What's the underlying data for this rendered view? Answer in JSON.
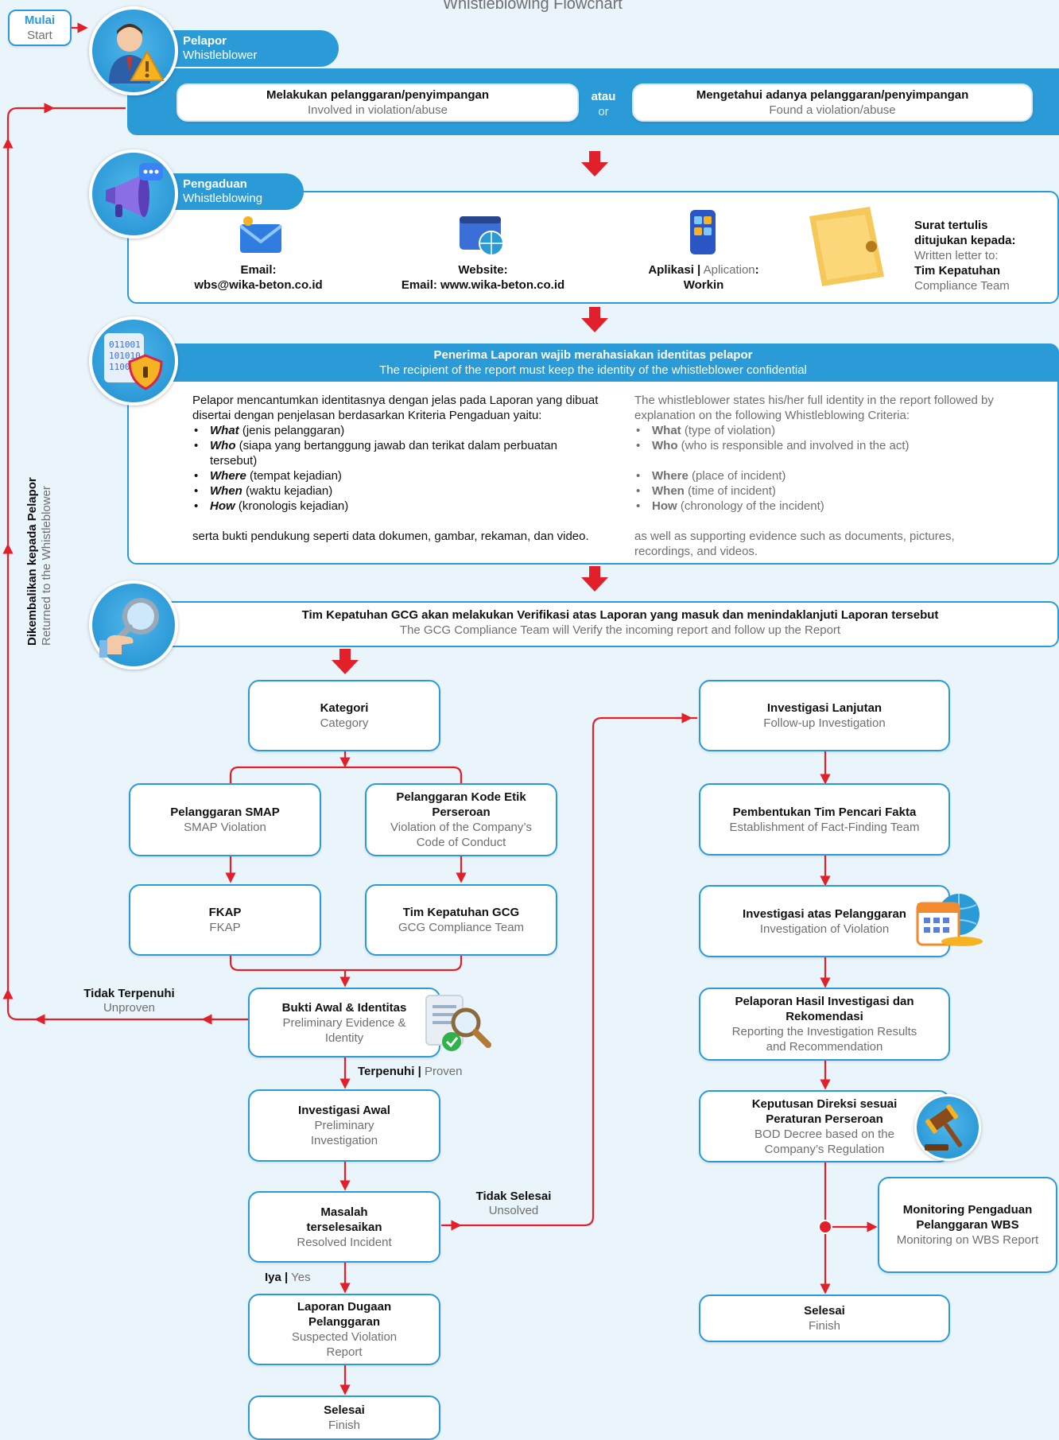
{
  "title": "Whistleblowing Flowchart",
  "start": {
    "id": "Mulai",
    "en": "Start"
  },
  "sec1": {
    "tab_id": "Pelapor",
    "tab_en": "Whistleblower",
    "opt1_id": "Melakukan pelanggaran/penyimpangan",
    "opt1_en": "Involved in violation/abuse",
    "or_id": "atau",
    "or_en": "or",
    "opt2_id": "Mengetahui adanya pelanggaran/penyimpangan",
    "opt2_en": "Found a violation/abuse"
  },
  "sec2": {
    "tab_id": "Pengaduan",
    "tab_en": "Whistleblowing",
    "email_label": "Email:",
    "email_value": "wbs@wika-beton.co.id",
    "web_label": "Website:",
    "web_value": "Email: www.wika-beton.co.id",
    "app_label_id": "Aplikasi",
    "app_sep": "|",
    "app_label_en": "Aplication",
    "app_colon": ":",
    "app_value": "Workin",
    "letter_line1": "Surat tertulis",
    "letter_line2": "ditujukan kepada:",
    "letter_en": "Written letter to:",
    "letter_team_id": "Tim Kepatuhan",
    "letter_team_en": "Compliance Team"
  },
  "sec3": {
    "head_id": "Penerima Laporan wajib merahasiakan identitas pelapor",
    "head_en": "The recipient of the report must keep the identity of the whistleblower confidential",
    "intro_id": "Pelapor mencantumkan identitasnya dengan jelas pada Laporan yang dibuat disertai dengan penjelasan berdasarkan Kriteria Pengaduan yaitu:",
    "items_id": [
      {
        "k": "What",
        "v": " (jenis pelanggaran)"
      },
      {
        "k": "Who",
        "v": " (siapa yang bertanggung jawab dan terikat dalam perbuatan tersebut)"
      },
      {
        "k": "Where",
        "v": " (tempat kejadian)"
      },
      {
        "k": "When",
        "v": " (waktu kejadian)"
      },
      {
        "k": "How",
        "v": " (kronologis kejadian)"
      }
    ],
    "outro_id": "serta bukti pendukung seperti data dokumen, gambar, rekaman, dan video.",
    "intro_en": "The whistleblower states his/her full identity in the report followed by explanation on the following Whistleblowing Criteria:",
    "items_en": [
      {
        "k": "What",
        "v": " (type of violation)"
      },
      {
        "k": "Who",
        "v": " (who is responsible and involved in the act)"
      },
      {
        "k": "Where",
        "v": " (place of incident)"
      },
      {
        "k": "When",
        "v": " (time of incident)"
      },
      {
        "k": "How",
        "v": " (chronology of the incident)"
      }
    ],
    "outro_en": "as well as supporting evidence such as documents, pictures, recordings, and videos."
  },
  "sec4": {
    "id": "Tim Kepatuhan GCG akan melakukan Verifikasi atas Laporan yang masuk dan menindaklanjuti Laporan tersebut",
    "en": "The GCG Compliance Team will Verify the incoming report and follow up the Report"
  },
  "left_side": {
    "id": "Dikembalikan kepada Pelapor",
    "en": "Returned to the Whistleblower"
  },
  "nodes": {
    "kategori": {
      "id": "Kategori",
      "en": "Category"
    },
    "smap": {
      "id": "Pelanggaran SMAP",
      "en": "SMAP Violation"
    },
    "kode": {
      "id": "Pelanggaran Kode Etik Perseroan",
      "en": "Violation of the Company’s Code of Conduct"
    },
    "fkap": {
      "id": "FKAP",
      "en": "FKAP"
    },
    "gcg": {
      "id": "Tim Kepatuhan GCG",
      "en": "GCG Compliance Team"
    },
    "bukti": {
      "id": "Bukti Awal & Identitas",
      "en": "Preliminary Evidence & Identity"
    },
    "inv_awal": {
      "id": "Investigasi Awal",
      "en": "Preliminary Investigation"
    },
    "masalah": {
      "id": "Masalah terselesaikan",
      "en": "Resolved Incident"
    },
    "laporan": {
      "id": "Laporan Dugaan Pelanggaran",
      "en": "Suspected Violation Report"
    },
    "selesai1": {
      "id": "Selesai",
      "en": "Finish"
    },
    "inv_lanjut": {
      "id": "Investigasi Lanjutan",
      "en": "Follow-up Investigation"
    },
    "tim_fakta": {
      "id": "Pembentukan Tim Pencari Fakta",
      "en": "Establishment of Fact-Finding Team"
    },
    "inv_pel": {
      "id": "Investigasi atas Pelanggaran",
      "en": "Investigation of Violation"
    },
    "pelaporan": {
      "id": "Pelaporan Hasil Investigasi dan Rekomendasi",
      "en": "Reporting the Investigation Results and Recommendation"
    },
    "keputusan": {
      "id": "Keputusan Direksi sesuai Peraturan Perseroan",
      "en": "BOD Decree based on the Company’s Regulation"
    },
    "monitoring": {
      "id": "Monitoring Pengaduan Pelanggaran WBS",
      "en": "Monitoring on WBS Report"
    },
    "selesai2": {
      "id": "Selesai",
      "en": "Finish"
    }
  },
  "edges": {
    "unproven_id": "Tidak Terpenuhi",
    "unproven_en": "Unproven",
    "proven_id": "Terpenuhi",
    "proven_sep": "|",
    "proven_en": "Proven",
    "unsolved_id": "Tidak Selesai",
    "unsolved_en": "Unsolved",
    "yes_id": "Iya",
    "yes_sep": "|",
    "yes_en": "Yes"
  },
  "icons": [
    "person-warning-icon",
    "megaphone-icon",
    "binary-shield-icon",
    "magnifier-hand-icon",
    "envelope-icon",
    "website-icon",
    "phone-app-icon",
    "letter-icon",
    "document-check-icon",
    "calendar-globe-icon",
    "gavel-icon"
  ],
  "colors": {
    "accent": "#2b9bd8",
    "arrow": "#e2202a",
    "background": "#eaf4fb"
  }
}
